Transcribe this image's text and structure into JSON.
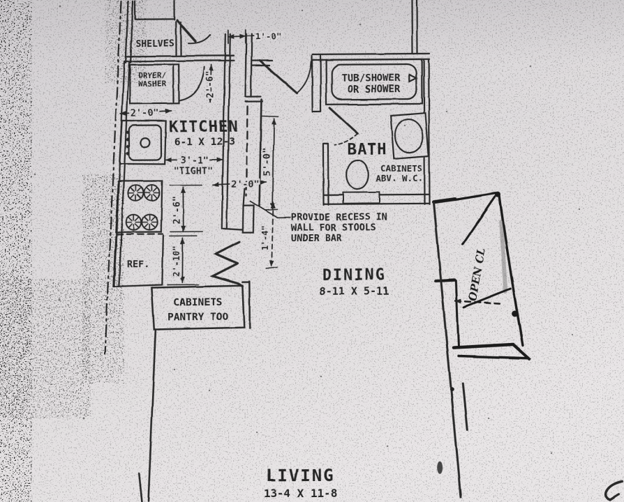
{
  "colors": {
    "paper": "#dcd9db",
    "ink": "#2b2b2b"
  },
  "rooms": {
    "kitchen": {
      "label": "KITCHEN",
      "size": "6-1 X 12-3"
    },
    "bath": {
      "label": "BATH"
    },
    "dining": {
      "label": "DINING",
      "size": "8-11 X 5-11"
    },
    "living": {
      "label": "LIVING",
      "size": "13-4 X 11-8"
    }
  },
  "fixtures": {
    "shelves": "SHELVES",
    "dryer_line1": "DRYER/",
    "dryer_line2": "WASHER",
    "ref": "REF.",
    "pantry_line1": "CABINETS",
    "pantry_line2": "PANTRY TOO",
    "tub_line1": "TUB/SHOWER",
    "tub_line2": "OR SHOWER",
    "bathcab_line1": "CABINETS",
    "bathcab_line2": "ABV. W.C."
  },
  "dims": {
    "hall": "1'-0\"",
    "laundry": "2'-6\"",
    "kitchen_left": "2'-0\"",
    "counter": "3'-1\"",
    "counter_note": "\"TIGHT\"",
    "stove": "2'-6\"",
    "ref": "2'-10\"",
    "bar": "5'-0\"",
    "recess_w": "2'-0\"",
    "recess_d": "1'-4\""
  },
  "note": {
    "line1": "PROVIDE RECESS IN",
    "line2": "WALL FOR STOOLS",
    "line3": "UNDER BAR"
  },
  "handwritten": {
    "closet": "OPEN CL"
  }
}
